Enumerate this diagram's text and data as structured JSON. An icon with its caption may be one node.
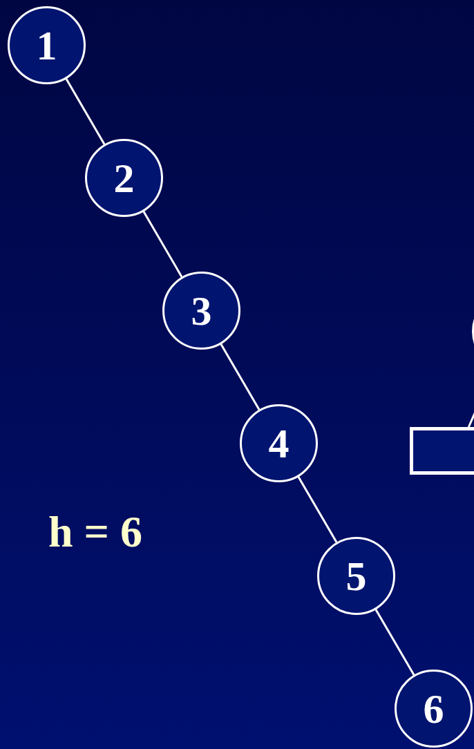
{
  "diagram": {
    "nodes": [
      {
        "text": [
          "1"
        ]
      },
      {
        "text": [
          "2"
        ]
      },
      {
        "text": [
          "3"
        ]
      },
      {
        "text": [
          "4"
        ]
      },
      {
        "text": [
          "5"
        ]
      },
      {
        "text": [
          "6"
        ]
      },
      {
        "text": [],
        "shape": "circle"
      },
      {
        "text": [],
        "shape": "box"
      }
    ],
    "edges": [
      {
        "from": 0,
        "to": 1,
        "arrow": "none"
      },
      {
        "from": 1,
        "to": 2,
        "arrow": "none"
      },
      {
        "from": 2,
        "to": 3,
        "arrow": "none"
      },
      {
        "from": 3,
        "to": 4,
        "arrow": "none"
      },
      {
        "from": 4,
        "to": 5,
        "arrow": "none"
      },
      {
        "from": 6,
        "to": 7,
        "arrow": "none"
      }
    ],
    "labels": [
      "h = 6"
    ]
  }
}
